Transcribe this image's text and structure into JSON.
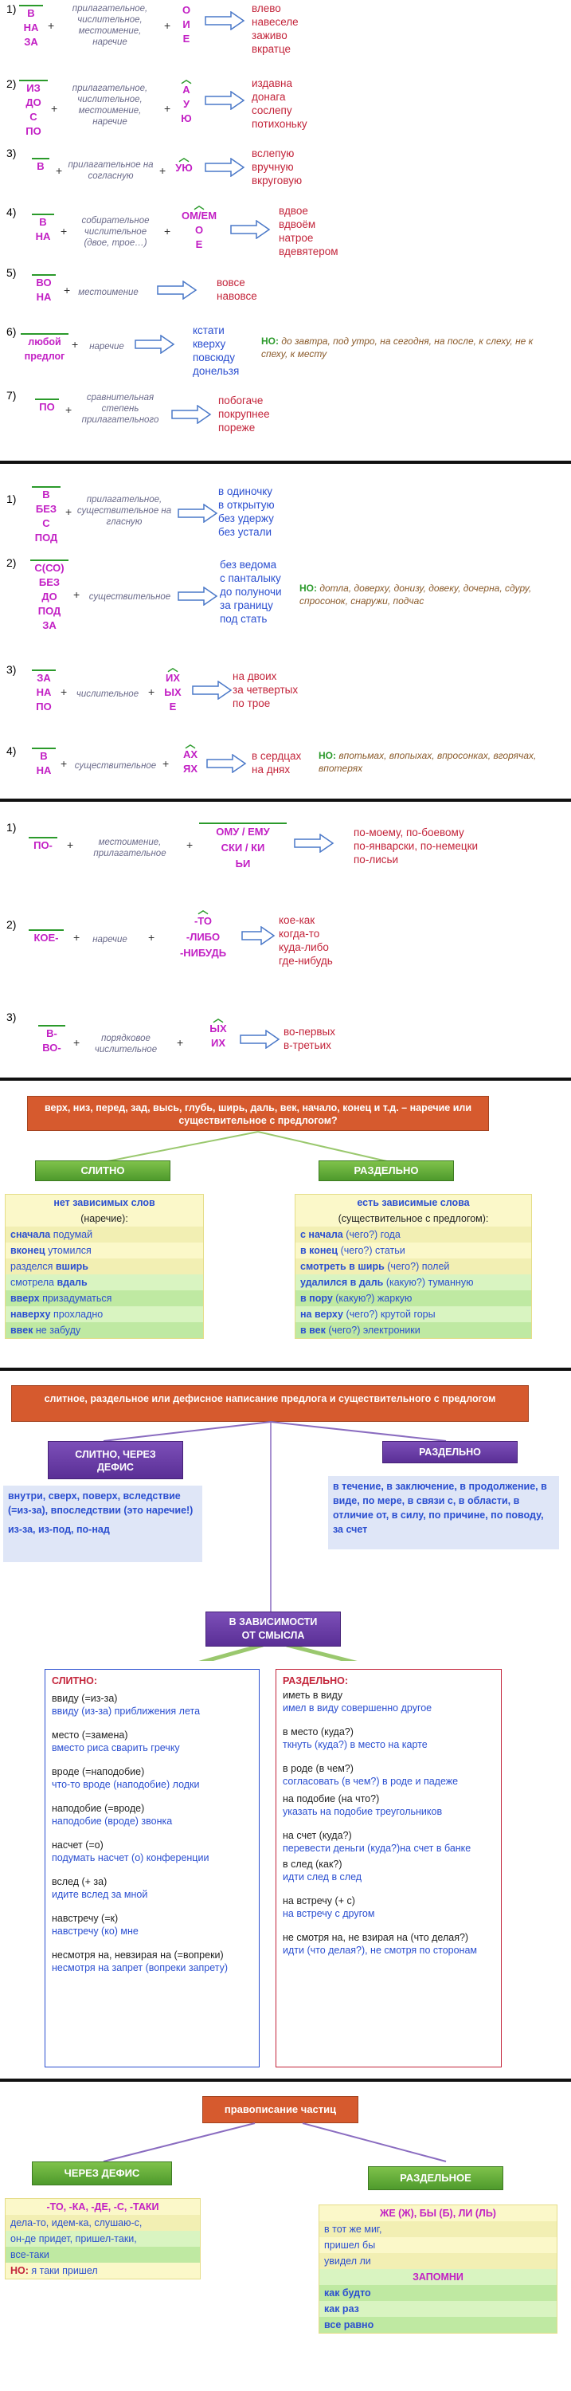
{
  "s1": {
    "r1": {
      "n": "1)",
      "pre": [
        "В",
        "НА",
        "ЗА"
      ],
      "mid": "прилагательное, числительное, местоимение, наречие",
      "vow": [
        "О",
        "И",
        "Е"
      ],
      "ex": [
        "влево",
        "навеселе",
        "заживо",
        "вкратце"
      ]
    },
    "r2": {
      "n": "2)",
      "pre": [
        "ИЗ",
        "ДО",
        "С",
        "ПО"
      ],
      "mid": "прилагательное, числительное, местоимение, наречие",
      "vow": [
        "А",
        "У",
        "Ю"
      ],
      "ex": [
        "издавна",
        "донага",
        "сослепу",
        "потихоньку"
      ]
    },
    "r3": {
      "n": "3)",
      "pre": "В",
      "mid": "прилагательное на согласную",
      "vow": "УЮ",
      "ex": [
        "вслепую",
        "вручную",
        "вкруговую"
      ]
    },
    "r4": {
      "n": "4)",
      "pre": [
        "В",
        "НА"
      ],
      "mid": "собирательное числительное (двое, трое…)",
      "vow": [
        "ОМ/ЕМ",
        "О",
        "Е"
      ],
      "ex": [
        "вдвое",
        "вдвоём",
        "натрое",
        "вдевятером"
      ]
    },
    "r5": {
      "n": "5)",
      "pre": [
        "ВО",
        "НА"
      ],
      "mid": "местоимение",
      "ex": [
        "вовсе",
        "навовсе"
      ]
    },
    "r6": {
      "n": "6)",
      "pre": [
        "любой",
        "предлог"
      ],
      "mid": "наречие",
      "ex": [
        "кстати",
        "кверху",
        "повсюду",
        "донельзя"
      ],
      "note_label": "НО:",
      "note": "до завтра, под утро, на сегодня, на после, к слеху, не к спеху, к месту"
    },
    "r7": {
      "n": "7)",
      "pre": "ПО",
      "mid": "сравнительная степень прилагательного",
      "ex": [
        "побогаче",
        "покрупнее",
        "пореже"
      ]
    }
  },
  "s2": {
    "r1": {
      "n": "1)",
      "pre": [
        "В",
        "БЕЗ",
        "С",
        "ПОД"
      ],
      "mid": "прилагательное, существительное на гласную",
      "ex": [
        "в одиночку",
        "в открытую",
        "без удержу",
        "без устали"
      ]
    },
    "r2": {
      "n": "2)",
      "pre": [
        "С(СО)",
        "БЕЗ",
        "ДО",
        "ПОД",
        "ЗА"
      ],
      "mid": "существительное",
      "ex": [
        "без ведома",
        "с панталыку",
        "до полуночи",
        "за границу",
        "под стать"
      ],
      "note_label": "НО:",
      "note": "дотла, доверху, донизу, довеку, дочерна, сдуру, спросонок, снаружи, подчас"
    },
    "r3": {
      "n": "3)",
      "pre": [
        "ЗА",
        "НА",
        "ПО"
      ],
      "mid": "числительное",
      "vow": [
        "ИХ",
        "ЫХ",
        "Е"
      ],
      "ex": [
        "на двоих",
        "за четвертых",
        "по трое"
      ]
    },
    "r4": {
      "n": "4)",
      "pre": [
        "В",
        "НА"
      ],
      "mid": "существительное",
      "vow": [
        "АХ",
        "ЯХ"
      ],
      "ex": [
        "в сердцах",
        "на днях"
      ],
      "note_label": "НО:",
      "note": "впотьмах, впопыхах, впросонках, вгорячах, впотерях"
    }
  },
  "s3": {
    "r1": {
      "n": "1)",
      "pre": "ПО-",
      "mid": "местоимение, прилагательное",
      "suf": [
        "ОМУ / ЕМУ",
        "СКИ / КИ",
        "ЬИ"
      ],
      "ex": [
        "по-моему, по-боевому",
        "по-январски, по-немецки",
        "по-лисьи"
      ]
    },
    "r2": {
      "n": "2)",
      "pre": "КОЕ-",
      "mid": "наречие",
      "suf": [
        "-ТО",
        "-ЛИБО",
        "-НИБУДЬ"
      ],
      "ex": [
        "кое-как",
        "когда-то",
        "куда-либо",
        "где-нибудь"
      ]
    },
    "r3": {
      "n": "3)",
      "pre": [
        "В-",
        "ВО-"
      ],
      "mid": "порядковое числительное",
      "suf": [
        "ЫХ",
        "ИХ"
      ],
      "ex": [
        "во-первых",
        "в-третьих"
      ]
    }
  },
  "s4": {
    "title": "верх, низ, перед, зад, высь, глубь, ширь, даль, век, начало, конец и т.д. – наречие или существительное с предлогом?",
    "left_hdr": "СЛИТНО",
    "right_hdr": "РАЗДЕЛЬНО",
    "left_title": "нет зависимых слов",
    "left_sub": "(наречие):",
    "left_items": [
      [
        "сначала",
        "подумай"
      ],
      [
        "вконец",
        "утомился"
      ],
      [
        "разделся",
        "вширь"
      ],
      [
        "смотрела",
        "вдаль"
      ],
      [
        "вверх",
        "призадуматься"
      ],
      [
        "наверху",
        "прохладно"
      ],
      [
        "ввек",
        "не забуду"
      ]
    ],
    "right_title": "есть зависимые слова",
    "right_sub": "(существительное с предлогом):",
    "right_items": [
      [
        "с начала",
        "(чего?) года"
      ],
      [
        "в конец",
        "(чего?) статьи"
      ],
      [
        "смотреть в ширь",
        "(чего?) полей"
      ],
      [
        "удалился в даль",
        "(какую?) туманную"
      ],
      [
        "в пору",
        "(какую?) жаркую"
      ],
      [
        "на верху",
        "(чего?) крутой горы"
      ],
      [
        "в век",
        "(чего?) электроники"
      ]
    ]
  },
  "s5": {
    "title": "слитное, раздельное или дефисное написание предлога и существительного с предлогом",
    "left_hdr": "СЛИТНО, ЧЕРЕЗ ДЕФИС",
    "right_hdr": "РАЗДЕЛЬНО",
    "left_text": "внутри, сверх, поверх, вследствие (=из-за), впоследствии (это наречие!)",
    "left_text2": "из-за, из-под, по-над",
    "right_text": "в течение, в заключение, в продолжение, в виде, по мере, в связи с, в области, в отличие от, в силу, по причине, по поводу, за счет",
    "mid_hdr": "В ЗАВИСИМОСТИ ОТ СМЫСЛА",
    "lc_title": "СЛИТНО:",
    "lc_items": [
      [
        "ввиду  (=из-за)",
        "ввиду (из-за) приближения лета"
      ],
      [
        "место (=замена)",
        "вместо риса сварить гречку"
      ],
      [
        "вроде (=наподобие)",
        "что-то вроде (наподобие) лодки"
      ],
      [
        "наподобие (=вроде)",
        "наподобие (вроде) звонка"
      ],
      [
        "насчет (=о)",
        "подумать насчет (о) конференции"
      ],
      [
        "вслед (+ за)",
        "идите вслед за мной"
      ],
      [
        "навстречу (=к)",
        "навстречу (ко) мне"
      ],
      [
        "несмотря на, невзирая на (=вопреки)",
        "несмотря на запрет (вопреки запрету)"
      ]
    ],
    "rc_title": "РАЗДЕЛЬНО:",
    "rc_items": [
      [
        "иметь в виду",
        "имел в виду совершенно другое"
      ],
      [
        "в место (куда?)",
        "ткнуть (куда?) в место на карте"
      ],
      [
        "в роде (в чем?)",
        "согласовать (в чем?) в роде и падеже"
      ],
      [
        "на подобие (на что?)",
        "указать на подобие треугольников"
      ],
      [
        "на счет (куда?)",
        "перевести деньги  (куда?)на счет в банке"
      ],
      [
        "в след (как?)",
        "идти след в след"
      ],
      [
        "на встречу (+ с)",
        "на встречу с другом"
      ],
      [
        "не смотря на, не взирая на (что делая?)",
        "идти (что делая?), не смотря по сторонам"
      ]
    ]
  },
  "s6": {
    "title": "правописание частиц",
    "left_hdr": "ЧЕРЕЗ ДЕФИС",
    "right_hdr": "РАЗДЕЛЬНОЕ",
    "left_title": "-ТО, -КА, -ДЕ, -С, -ТАКИ",
    "left_items": [
      "дела-то, идем-ка, слушаю-с,",
      "он-де придет, пришел-таки,",
      "все-таки"
    ],
    "left_note_label": "НО:",
    "left_note": "я таки пришел",
    "right_title": "ЖЕ (Ж), БЫ (Б), ЛИ (ЛЬ)",
    "right_items": [
      "в тот же миг,",
      "пришел бы",
      "увидел ли"
    ],
    "right_sub": "ЗАПОМНИ",
    "right_items2": [
      "как будто",
      "как раз",
      "все равно"
    ]
  },
  "colors": {
    "magenta": "#c21fc4",
    "red": "#c3243a",
    "blue": "#2b4fd0",
    "green": "#2b9a2b",
    "orange": "#d65a2e",
    "purple": "#5a2f96"
  }
}
